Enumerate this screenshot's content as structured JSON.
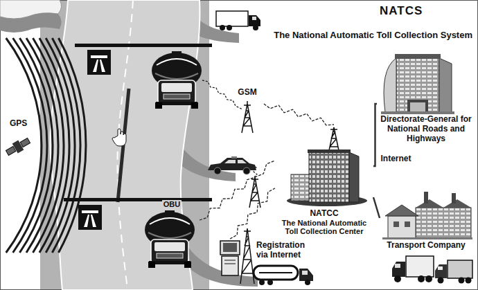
{
  "diagram": {
    "title": "The National Automatic Toll Collection System",
    "nodes": [
      {
        "text": [
          "GSM"
        ]
      },
      {
        "text": [
          "Directorate-General for National Roads and Highways"
        ]
      },
      {
        "text": [
          "OBU"
        ]
      },
      {
        "text": [
          "NATCC",
          "The National Automatic Toll Collection Center"
        ]
      },
      {
        "text": [
          "Registration via Internet"
        ]
      },
      {
        "text": [
          "Transport Company"
        ]
      }
    ],
    "edges": [
      {
        "from": 0,
        "to": 3,
        "arrow": "none"
      },
      {
        "from": 2,
        "to": 3,
        "arrow": "none"
      },
      {
        "from": 4,
        "to": 3,
        "arrow": "none"
      },
      {
        "from": 3,
        "to": 1,
        "arrow": "none",
        "label": "Internet"
      },
      {
        "from": 3,
        "to": 5,
        "arrow": "none"
      }
    ],
    "labels": [
      "NATCS",
      "GPS"
    ]
  }
}
